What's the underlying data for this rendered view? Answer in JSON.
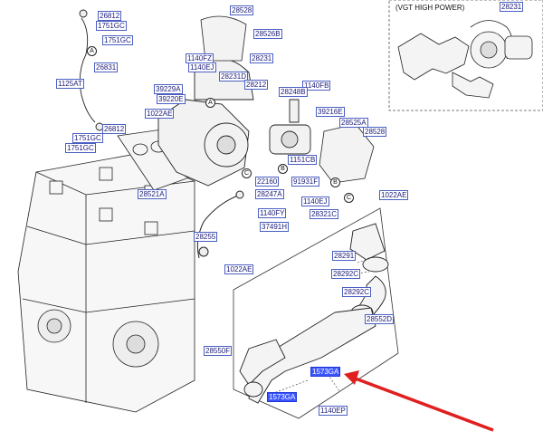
{
  "inset": {
    "title": "(VGT HIGH POWER)",
    "label": "28231"
  },
  "circles": [
    "A",
    "A",
    "B",
    "B",
    "C",
    "C"
  ],
  "labels": [
    {
      "id": "26812-a",
      "text": "26812",
      "hl": false
    },
    {
      "id": "1751gc-a",
      "text": "1751GC",
      "hl": false
    },
    {
      "id": "1751gc-b",
      "text": "1751GC",
      "hl": false
    },
    {
      "id": "26831",
      "text": "26831",
      "hl": false
    },
    {
      "id": "1125at",
      "text": "1125AT",
      "hl": false
    },
    {
      "id": "26812-b",
      "text": "26812",
      "hl": false
    },
    {
      "id": "1751gc-c",
      "text": "1751GC",
      "hl": false
    },
    {
      "id": "1751gc-d",
      "text": "1751GC",
      "hl": false
    },
    {
      "id": "28528-a",
      "text": "28528",
      "hl": false
    },
    {
      "id": "28526b",
      "text": "28526B",
      "hl": false
    },
    {
      "id": "1140fz",
      "text": "1140FZ",
      "hl": false
    },
    {
      "id": "1140ej",
      "text": "1140EJ",
      "hl": false
    },
    {
      "id": "28231-main",
      "text": "28231",
      "hl": false
    },
    {
      "id": "28231d",
      "text": "28231D",
      "hl": false
    },
    {
      "id": "28212",
      "text": "28212",
      "hl": false
    },
    {
      "id": "39229a",
      "text": "39229A",
      "hl": false
    },
    {
      "id": "39220e",
      "text": "39220E",
      "hl": false
    },
    {
      "id": "1140fb",
      "text": "1140FB",
      "hl": false
    },
    {
      "id": "28248b",
      "text": "28248B",
      "hl": false
    },
    {
      "id": "1022ae-a",
      "text": "1022AE",
      "hl": false
    },
    {
      "id": "39216e",
      "text": "39216E",
      "hl": false
    },
    {
      "id": "28525a",
      "text": "28525A",
      "hl": false
    },
    {
      "id": "28528-b",
      "text": "28528",
      "hl": false
    },
    {
      "id": "1151cb",
      "text": "1151CB",
      "hl": false
    },
    {
      "id": "22160",
      "text": "22160",
      "hl": false
    },
    {
      "id": "91931f",
      "text": "91931F",
      "hl": false
    },
    {
      "id": "28521a",
      "text": "28521A",
      "hl": false
    },
    {
      "id": "28247a",
      "text": "28247A",
      "hl": false
    },
    {
      "id": "1140ej-b",
      "text": "1140EJ",
      "hl": false
    },
    {
      "id": "1022ae-b",
      "text": "1022AE",
      "hl": false
    },
    {
      "id": "1140fy",
      "text": "1140FY",
      "hl": false
    },
    {
      "id": "28321c",
      "text": "28321C",
      "hl": false
    },
    {
      "id": "37491h",
      "text": "37491H",
      "hl": false
    },
    {
      "id": "28255",
      "text": "28255",
      "hl": false
    },
    {
      "id": "1022ae-c",
      "text": "1022AE",
      "hl": false
    },
    {
      "id": "28291",
      "text": "28291",
      "hl": false
    },
    {
      "id": "28292c-a",
      "text": "28292C",
      "hl": false
    },
    {
      "id": "28292c-b",
      "text": "28292C",
      "hl": false
    },
    {
      "id": "28552d",
      "text": "28552D",
      "hl": false
    },
    {
      "id": "28550f",
      "text": "28550F",
      "hl": false
    },
    {
      "id": "1573ga-a",
      "text": "1573GA",
      "hl": true
    },
    {
      "id": "1573ga-b",
      "text": "1573GA",
      "hl": true
    },
    {
      "id": "1140ep",
      "text": "1140EP",
      "hl": false
    }
  ]
}
